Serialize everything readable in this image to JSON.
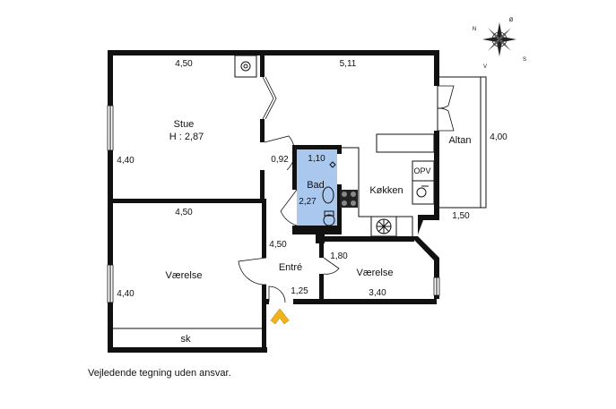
{
  "rooms": {
    "stue": {
      "name": "Stue",
      "height": "H : 2,87"
    },
    "vaerelse_left": "Værelse",
    "vaerelse_right": "Værelse",
    "entre": "Entré",
    "koekken": "Køkken",
    "bad": "Bad",
    "altan": "Altan",
    "skab": "sk",
    "opvask": "OPV"
  },
  "dimensions": {
    "stue_width": "4,50",
    "stue_depth": "4,40",
    "kitchen_width": "5,11",
    "vaerelse_width": "4,50",
    "vaerelse_depth": "4,40",
    "entre_depth": "4,50",
    "entre_width": "1,25",
    "bad_width": "1,10",
    "bad_depth": "2,27",
    "passage": "0,92",
    "vaerelse2_width": "3,40",
    "vaerelse2_depth": "1,80",
    "altan_depth": "4,00",
    "altan_width": "1,50"
  },
  "compass": {
    "n": "N",
    "o": "Ø",
    "s": "S",
    "v": "V"
  },
  "footnote": "Vejledende tegning uden ansvar.",
  "colors": {
    "bathroom": "#aac8ee",
    "entrance_arrow": "#f2b21a",
    "wall": "#111111"
  }
}
